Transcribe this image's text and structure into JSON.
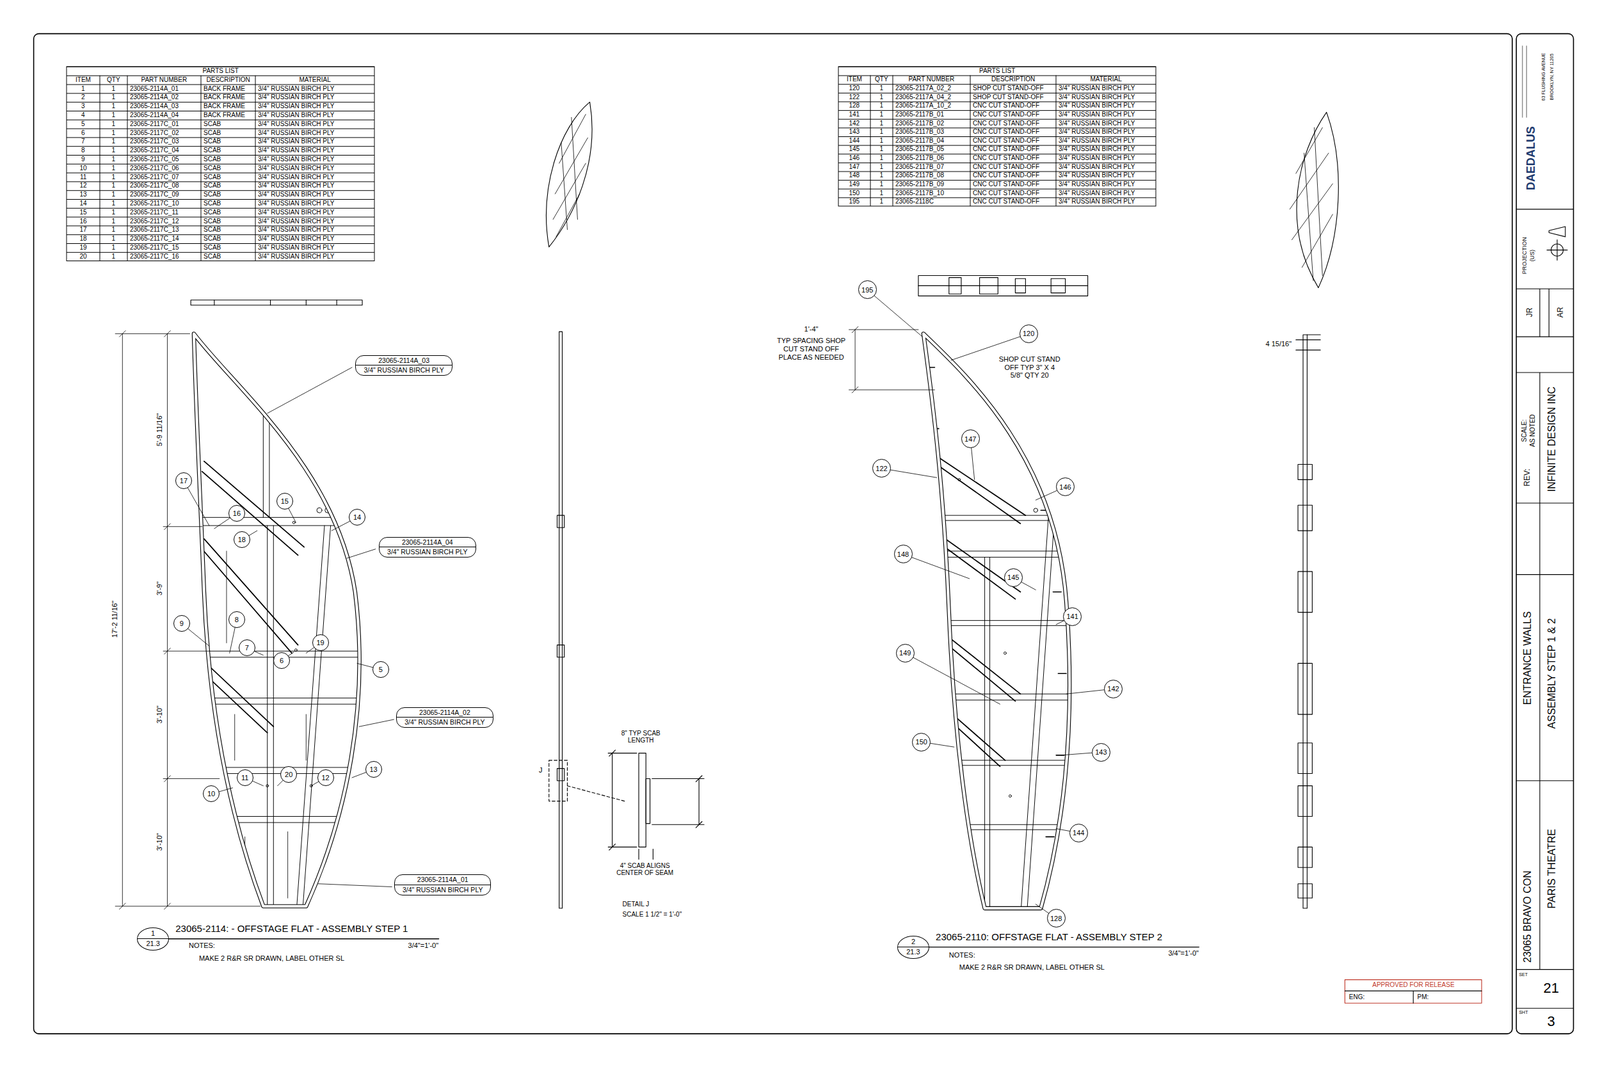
{
  "diagram": {
    "nodes": [
      {
        "text": [
          "23065-2114A_03",
          "3/4\" RUSSIAN BIRCH PLY"
        ]
      },
      {
        "text": [
          "17"
        ]
      },
      {
        "text": [
          "16"
        ]
      },
      {
        "text": [
          "15"
        ]
      },
      {
        "text": [
          "14"
        ]
      },
      {
        "text": [
          "18"
        ]
      },
      {
        "text": [
          "23065-2114A_04",
          "3/4\" RUSSIAN BIRCH PLY"
        ]
      },
      {
        "text": [
          "9"
        ]
      },
      {
        "text": [
          "8"
        ]
      },
      {
        "text": [
          "7"
        ]
      },
      {
        "text": [
          "6"
        ]
      },
      {
        "text": [
          "19"
        ]
      },
      {
        "text": [
          "5"
        ]
      },
      {
        "text": [
          "23065-2114A_02",
          "3/4\" RUSSIAN BIRCH PLY"
        ]
      },
      {
        "text": [
          "10"
        ]
      },
      {
        "text": [
          "11"
        ]
      },
      {
        "text": [
          "20"
        ]
      },
      {
        "text": [
          "12"
        ]
      },
      {
        "text": [
          "13"
        ]
      },
      {
        "text": [
          "23065-2114A_01",
          "3/4\" RUSSIAN BIRCH PLY"
        ]
      },
      {
        "text": [
          "1",
          "21.3"
        ]
      },
      {
        "text": [
          "195"
        ]
      },
      {
        "text": [
          "120"
        ]
      },
      {
        "text": [
          "147"
        ]
      },
      {
        "text": [
          "122"
        ]
      },
      {
        "text": [
          "146"
        ]
      },
      {
        "text": [
          "148"
        ]
      },
      {
        "text": [
          "145"
        ]
      },
      {
        "text": [
          "141"
        ]
      },
      {
        "text": [
          "149"
        ]
      },
      {
        "text": [
          "142"
        ]
      },
      {
        "text": [
          "150"
        ]
      },
      {
        "text": [
          "143"
        ]
      },
      {
        "text": [
          "144"
        ]
      },
      {
        "text": [
          "128"
        ]
      },
      {
        "text": [
          "2",
          "21.3"
        ]
      }
    ],
    "labels": [
      "PARTS LIST",
      "ITEM",
      "QTY",
      "PART NUMBER",
      "DESCRIPTION",
      "MATERIAL",
      "1",
      "1",
      "23065-2114A_01",
      "BACK FRAME",
      "3/4\" RUSSIAN BIRCH PLY",
      "2",
      "1",
      "23065-2114A_02",
      "BACK FRAME",
      "3/4\" RUSSIAN BIRCH PLY",
      "3",
      "1",
      "23065-2114A_03",
      "BACK FRAME",
      "3/4\" RUSSIAN BIRCH PLY",
      "4",
      "1",
      "23065-2114A_04",
      "BACK FRAME",
      "3/4\" RUSSIAN BIRCH PLY",
      "5",
      "1",
      "23065-2117C_01",
      "SCAB",
      "3/4\" RUSSIAN BIRCH PLY",
      "6",
      "1",
      "23065-2117C_02",
      "SCAB",
      "3/4\" RUSSIAN BIRCH PLY",
      "7",
      "1",
      "23065-2117C_03",
      "SCAB",
      "3/4\" RUSSIAN BIRCH PLY",
      "8",
      "1",
      "23065-2117C_04",
      "SCAB",
      "3/4\" RUSSIAN BIRCH PLY",
      "9",
      "1",
      "23065-2117C_05",
      "SCAB",
      "3/4\" RUSSIAN BIRCH PLY",
      "10",
      "1",
      "23065-2117C_06",
      "SCAB",
      "3/4\" RUSSIAN BIRCH PLY",
      "11",
      "1",
      "23065-2117C_07",
      "SCAB",
      "3/4\" RUSSIAN BIRCH PLY",
      "12",
      "1",
      "23065-2117C_08",
      "SCAB",
      "3/4\" RUSSIAN BIRCH PLY",
      "13",
      "1",
      "23065-2117C_09",
      "SCAB",
      "3/4\" RUSSIAN BIRCH PLY",
      "14",
      "1",
      "23065-2117C_10",
      "SCAB",
      "3/4\" RUSSIAN BIRCH PLY",
      "15",
      "1",
      "23065-2117C_11",
      "SCAB",
      "3/4\" RUSSIAN BIRCH PLY",
      "16",
      "1",
      "23065-2117C_12",
      "SCAB",
      "3/4\" RUSSIAN BIRCH PLY",
      "17",
      "1",
      "23065-2117C_13",
      "SCAB",
      "3/4\" RUSSIAN BIRCH PLY",
      "18",
      "1",
      "23065-2117C_14",
      "SCAB",
      "3/4\" RUSSIAN BIRCH PLY",
      "19",
      "1",
      "23065-2117C_15",
      "SCAB",
      "3/4\" RUSSIAN BIRCH PLY",
      "20",
      "1",
      "23065-2117C_16",
      "SCAB",
      "3/4\" RUSSIAN BIRCH PLY",
      "PARTS LIST",
      "ITEM",
      "QTY",
      "PART NUMBER",
      "DESCRIPTION",
      "MATERIAL",
      "120",
      "1",
      "23065-2117A_02_2",
      "SHOP CUT STAND-OFF",
      "3/4\" RUSSIAN BIRCH PLY",
      "122",
      "1",
      "23065-2117A_04_2",
      "SHOP CUT STAND-OFF",
      "3/4\" RUSSIAN BIRCH PLY",
      "128",
      "1",
      "23065-2117A_10_2",
      "CNC CUT STAND-OFF",
      "3/4\" RUSSIAN BIRCH PLY",
      "141",
      "1",
      "23065-2117B_01",
      "CNC CUT STAND-OFF",
      "3/4\" RUSSIAN BIRCH PLY",
      "142",
      "1",
      "23065-2117B_02",
      "CNC CUT STAND-OFF",
      "3/4\" RUSSIAN BIRCH PLY",
      "143",
      "1",
      "23065-2117B_03",
      "CNC CUT STAND-OFF",
      "3/4\" RUSSIAN BIRCH PLY",
      "144",
      "1",
      "23065-2117B_04",
      "CNC CUT STAND-OFF",
      "3/4\" RUSSIAN BIRCH PLY",
      "145",
      "1",
      "23065-2117B_05",
      "CNC CUT STAND-OFF",
      "3/4\" RUSSIAN BIRCH PLY",
      "146",
      "1",
      "23065-2117B_06",
      "CNC CUT STAND-OFF",
      "3/4\" RUSSIAN BIRCH PLY",
      "147",
      "1",
      "23065-2117B_07",
      "CNC CUT STAND-OFF",
      "3/4\" RUSSIAN BIRCH PLY",
      "148",
      "1",
      "23065-2117B_08",
      "CNC CUT STAND-OFF",
      "3/4\" RUSSIAN BIRCH PLY",
      "149",
      "1",
      "23065-2117B_09",
      "CNC CUT STAND-OFF",
      "3/4\" RUSSIAN BIRCH PLY",
      "150",
      "1",
      "23065-2117B_10",
      "CNC CUT STAND-OFF",
      "3/4\" RUSSIAN BIRCH PLY",
      "195",
      "1",
      "23065-2118C",
      "CNC CUT STAND-OFF",
      "3/4\" RUSSIAN BIRCH PLY",
      "5'-9 11/16\"",
      "3'-9\"",
      "3'-10\"",
      "3'-10\"",
      "17'-2 11/16\"",
      "J",
      "8\" TYP SCAB LENGTH",
      "4\" SCAB ALIGNS CENTER OF SEAM",
      "DETAIL J",
      "SCALE 1 1/2\" = 1'-0\"",
      "23065-2114: - OFFSTAGE FLAT - ASSEMBLY STEP 1",
      "3/4\"=1'-0\"",
      "NOTES:",
      "MAKE 2 R&R SR DRAWN, LABEL OTHER SL",
      "1'-4\"",
      "TYP SPACING SHOP CUT STAND OFF PLACE AS NEEDED",
      "SHOP CUT STAND OFF TYP 3\" X 4 5/8\" QTY 20",
      "4 15/16\"",
      "23065-2110: OFFSTAGE FLAT - ASSEMBLY STEP 2",
      "3/4\"=1'-0\"",
      "NOTES:",
      "MAKE 2 R&R SR DRAWN, LABEL OTHER SL",
      "APPROVED FOR RELEASE",
      "ENG:",
      "PM:",
      "23065 BRAVO CON",
      "PARIS THEATRE",
      "ENTRANCE WALLS",
      "ASSEMBLY STEP 1 & 2",
      "REV:",
      "INFINITE DESIGN INC",
      "SCALE:",
      "AS NOTED",
      "JR",
      "AR",
      "PROJECTION",
      "(US)",
      "DAEDALUS",
      "63 FLUSHING AVENUE",
      "BROOKLYN, NY 11205",
      "SET",
      "21",
      "SHT",
      "3"
    ]
  }
}
